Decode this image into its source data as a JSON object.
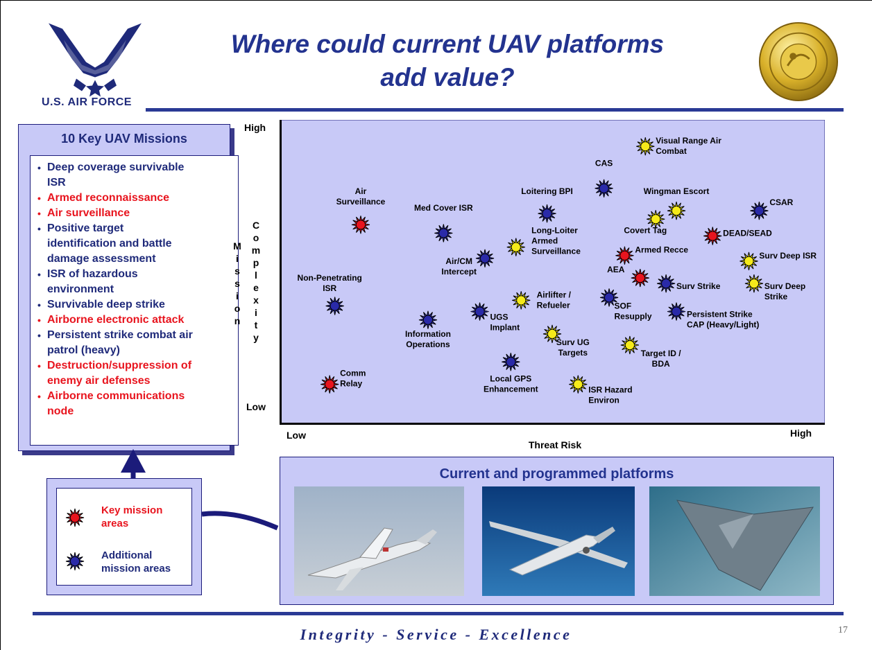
{
  "header": {
    "logo_text": "U.S. AIR FORCE",
    "title_line1": "Where could current UAV platforms",
    "title_line2": "add value?"
  },
  "missions": {
    "title": "10 Key UAV Missions",
    "items": [
      {
        "lines": [
          "Deep coverage survivable",
          "ISR"
        ],
        "color": "#1f2a7a"
      },
      {
        "lines": [
          "Armed reconnaissance"
        ],
        "color": "#e8141e"
      },
      {
        "lines": [
          "Air surveillance"
        ],
        "color": "#e8141e"
      },
      {
        "lines": [
          "Positive target",
          "identification and battle",
          "damage assessment"
        ],
        "color": "#1f2a7a"
      },
      {
        "lines": [
          "ISR of hazardous",
          "environment"
        ],
        "color": "#1f2a7a"
      },
      {
        "lines": [
          "Survivable deep strike"
        ],
        "color": "#1f2a7a"
      },
      {
        "lines": [
          "Airborne electronic attack"
        ],
        "color": "#e8141e"
      },
      {
        "lines": [
          "Persistent strike combat air",
          "patrol (heavy)"
        ],
        "color": "#1f2a7a"
      },
      {
        "lines": [
          "Destruction/suppression of",
          "enemy air defenses"
        ],
        "color": "#e8141e"
      },
      {
        "lines": [
          "Airborne communications",
          "node"
        ],
        "color": "#e8141e"
      }
    ]
  },
  "chart_data": {
    "type": "scatter",
    "ylabel": "Mission Complexity",
    "xlabel": "Threat Risk",
    "ylabel_letters": [
      "M",
      "i",
      "s",
      "s",
      "i",
      "o",
      "n"
    ],
    "ylabel_letters2": [
      "C",
      "o",
      "m",
      "p",
      "l",
      "e",
      "x",
      "i",
      "t",
      "y"
    ],
    "y_high": "High",
    "y_low": "Low",
    "x_low": "Low",
    "x_high": "High",
    "colors": {
      "red": "#e8141e",
      "blue": "#2a2aa8",
      "yellow": "#f5ea1a"
    },
    "points": [
      {
        "label": "Visual Range Air Combat",
        "lines": [
          "Visual Range Air",
          "Combat"
        ],
        "x": 0.68,
        "y": 0.95,
        "color": "yellow",
        "lx": 0.7,
        "ly": 0.96,
        "anchor": "start"
      },
      {
        "label": "CAS",
        "lines": [
          "CAS"
        ],
        "x": 0.6,
        "y": 0.8,
        "color": "blue",
        "lx": 0.6,
        "ly": 0.88,
        "anchor": "middle"
      },
      {
        "label": "Wingman Escort",
        "lines": [
          "Wingman Escort"
        ],
        "x": 0.74,
        "y": 0.72,
        "color": "yellow",
        "lx": 0.74,
        "ly": 0.78,
        "anchor": "middle"
      },
      {
        "label": "Covert Tag",
        "lines": [
          "Covert Tag"
        ],
        "x": 0.7,
        "y": 0.69,
        "color": "yellow",
        "lx": 0.68,
        "ly": 0.64,
        "anchor": "middle"
      },
      {
        "label": "CSAR",
        "lines": [
          "CSAR"
        ],
        "x": 0.9,
        "y": 0.72,
        "color": "blue",
        "lx": 0.92,
        "ly": 0.74,
        "anchor": "start"
      },
      {
        "label": "DEAD/SEAD",
        "lines": [
          "DEAD/SEAD"
        ],
        "x": 0.81,
        "y": 0.63,
        "color": "red",
        "lx": 0.83,
        "ly": 0.63,
        "anchor": "start"
      },
      {
        "label": "Armed Recce",
        "lines": [
          "Armed Recce"
        ],
        "x": 0.64,
        "y": 0.56,
        "color": "red",
        "lx": 0.66,
        "ly": 0.57,
        "anchor": "start"
      },
      {
        "label": "Surv Deep ISR",
        "lines": [
          "Surv Deep ISR"
        ],
        "x": 0.88,
        "y": 0.54,
        "color": "yellow",
        "lx": 0.9,
        "ly": 0.55,
        "anchor": "start"
      },
      {
        "label": "AEA",
        "lines": [
          "AEA"
        ],
        "x": 0.67,
        "y": 0.48,
        "color": "red",
        "lx": 0.64,
        "ly": 0.5,
        "anchor": "end"
      },
      {
        "label": "Surv Strike",
        "lines": [
          "Surv Strike"
        ],
        "x": 0.72,
        "y": 0.46,
        "color": "blue",
        "lx": 0.74,
        "ly": 0.44,
        "anchor": "start"
      },
      {
        "label": "Surv Deep Strike",
        "lines": [
          "Surv Deep",
          "Strike"
        ],
        "x": 0.89,
        "y": 0.46,
        "color": "yellow",
        "lx": 0.91,
        "ly": 0.44,
        "anchor": "start"
      },
      {
        "label": "Persistent Strike CAP (Heavy/Light)",
        "lines": [
          "Persistent Strike",
          "CAP (Heavy/Light)"
        ],
        "x": 0.74,
        "y": 0.36,
        "color": "blue",
        "lx": 0.76,
        "ly": 0.34,
        "anchor": "start"
      },
      {
        "label": "SOF Resupply",
        "lines": [
          "SOF",
          "Resupply"
        ],
        "x": 0.61,
        "y": 0.41,
        "color": "blue",
        "lx": 0.62,
        "ly": 0.37,
        "anchor": "start"
      },
      {
        "label": "Target ID / BDA",
        "lines": [
          "Target ID /",
          "BDA"
        ],
        "x": 0.65,
        "y": 0.24,
        "color": "yellow",
        "lx": 0.71,
        "ly": 0.2,
        "anchor": "middle"
      },
      {
        "label": "Loitering BPI",
        "lines": [
          "Loitering BPI"
        ],
        "x": 0.49,
        "y": 0.71,
        "color": "blue",
        "lx": 0.49,
        "ly": 0.78,
        "anchor": "middle"
      },
      {
        "label": "Long-Loiter Armed Surveillance",
        "lines": [
          "Long-Loiter",
          "Armed",
          "Surveillance"
        ],
        "x": 0.43,
        "y": 0.59,
        "color": "yellow",
        "lx": 0.46,
        "ly": 0.64,
        "anchor": "start"
      },
      {
        "label": "Med Cover ISR",
        "lines": [
          "Med Cover ISR"
        ],
        "x": 0.29,
        "y": 0.64,
        "color": "blue",
        "lx": 0.29,
        "ly": 0.72,
        "anchor": "middle"
      },
      {
        "label": "Air/CM Intercept",
        "lines": [
          "Air/CM",
          "Intercept"
        ],
        "x": 0.37,
        "y": 0.55,
        "color": "blue",
        "lx": 0.32,
        "ly": 0.53,
        "anchor": "middle"
      },
      {
        "label": "Air Surveillance",
        "lines": [
          "Air",
          "Surveillance"
        ],
        "x": 0.13,
        "y": 0.67,
        "color": "red",
        "lx": 0.13,
        "ly": 0.78,
        "anchor": "middle"
      },
      {
        "label": "Non-Penetrating ISR",
        "lines": [
          "Non-Penetrating",
          "ISR"
        ],
        "x": 0.08,
        "y": 0.38,
        "color": "blue",
        "lx": 0.07,
        "ly": 0.47,
        "anchor": "middle"
      },
      {
        "label": "Airlifter / Refueler",
        "lines": [
          "Airlifter /",
          "Refueler"
        ],
        "x": 0.44,
        "y": 0.4,
        "color": "yellow",
        "lx": 0.47,
        "ly": 0.41,
        "anchor": "start"
      },
      {
        "label": "UGS Implant",
        "lines": [
          "UGS",
          "Implant"
        ],
        "x": 0.36,
        "y": 0.36,
        "color": "blue",
        "lx": 0.38,
        "ly": 0.33,
        "anchor": "start"
      },
      {
        "label": "Information Operations",
        "lines": [
          "Information",
          "Operations"
        ],
        "x": 0.26,
        "y": 0.33,
        "color": "blue",
        "lx": 0.26,
        "ly": 0.27,
        "anchor": "middle"
      },
      {
        "label": "Surv UG Targets",
        "lines": [
          "Surv UG",
          "Targets"
        ],
        "x": 0.5,
        "y": 0.28,
        "color": "yellow",
        "lx": 0.54,
        "ly": 0.24,
        "anchor": "middle"
      },
      {
        "label": "Local GPS Enhancement",
        "lines": [
          "Local GPS",
          "Enhancement"
        ],
        "x": 0.42,
        "y": 0.18,
        "color": "blue",
        "lx": 0.42,
        "ly": 0.11,
        "anchor": "middle"
      },
      {
        "label": "ISR Hazard Environ",
        "lines": [
          "ISR Hazard",
          "Environ"
        ],
        "x": 0.55,
        "y": 0.1,
        "color": "yellow",
        "lx": 0.57,
        "ly": 0.07,
        "anchor": "start"
      },
      {
        "label": "Comm Relay",
        "lines": [
          "Comm",
          "Relay"
        ],
        "x": 0.07,
        "y": 0.1,
        "color": "red",
        "lx": 0.09,
        "ly": 0.13,
        "anchor": "start"
      }
    ]
  },
  "legend": {
    "key_label_1": "Key mission",
    "key_label_2": "areas",
    "add_label_1": "Additional",
    "add_label_2": "mission areas"
  },
  "platforms": {
    "title": "Current and programmed platforms",
    "photos": [
      "global-hawk-photo",
      "predator-photo",
      "ucav-photo"
    ]
  },
  "footer": {
    "motto": "Integrity - Service - Excellence",
    "page": "17"
  }
}
